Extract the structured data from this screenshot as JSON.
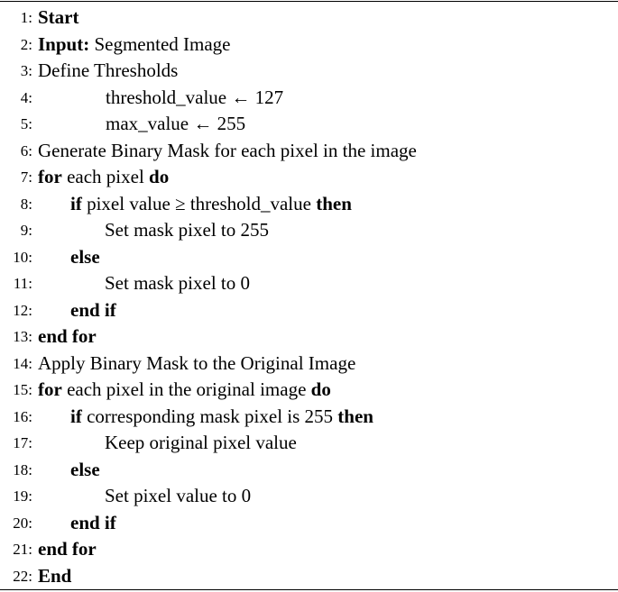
{
  "lines": [
    {
      "num": "1:",
      "parts": [
        {
          "kw": "Start"
        }
      ]
    },
    {
      "num": "2:",
      "parts": [
        {
          "kw": "Input:"
        },
        {
          "t": " Segmented Image"
        }
      ]
    },
    {
      "num": "3:",
      "parts": [
        {
          "t": "Define Thresholds"
        }
      ]
    },
    {
      "num": "4:",
      "parts": [
        {
          "t": "threshold_value ← 127"
        }
      ]
    },
    {
      "num": "5:",
      "parts": [
        {
          "t": "max_value ← 255"
        }
      ]
    },
    {
      "num": "6:",
      "parts": [
        {
          "t": "Generate Binary Mask for each pixel in the image"
        }
      ]
    },
    {
      "num": "7:",
      "parts": [
        {
          "kw": "for"
        },
        {
          "t": " each pixel "
        },
        {
          "kw": "do"
        }
      ]
    },
    {
      "num": "8:",
      "parts": [
        {
          "kw": "if"
        },
        {
          "t": " pixel value ≥ threshold_value "
        },
        {
          "kw": "then"
        }
      ]
    },
    {
      "num": "9:",
      "parts": [
        {
          "t": "Set mask pixel to 255"
        }
      ]
    },
    {
      "num": "10:",
      "parts": [
        {
          "kw": "else"
        }
      ]
    },
    {
      "num": "11:",
      "parts": [
        {
          "t": "Set mask pixel to 0"
        }
      ]
    },
    {
      "num": "12:",
      "parts": [
        {
          "kw": "end if"
        }
      ]
    },
    {
      "num": "13:",
      "parts": [
        {
          "kw": "end for"
        }
      ]
    },
    {
      "num": "14:",
      "parts": [
        {
          "t": "Apply Binary Mask to the Original Image"
        }
      ]
    },
    {
      "num": "15:",
      "parts": [
        {
          "kw": "for"
        },
        {
          "t": " each pixel in the original image "
        },
        {
          "kw": "do"
        }
      ]
    },
    {
      "num": "16:",
      "parts": [
        {
          "kw": "if"
        },
        {
          "t": " corresponding mask pixel is 255 "
        },
        {
          "kw": "then"
        }
      ]
    },
    {
      "num": "17:",
      "parts": [
        {
          "t": "Keep original pixel value"
        }
      ]
    },
    {
      "num": "18:",
      "parts": [
        {
          "kw": "else"
        }
      ]
    },
    {
      "num": "19:",
      "parts": [
        {
          "t": "Set pixel value to 0"
        }
      ]
    },
    {
      "num": "20:",
      "parts": [
        {
          "kw": "end if"
        }
      ]
    },
    {
      "num": "21:",
      "parts": [
        {
          "kw": "end for"
        }
      ]
    },
    {
      "num": "22:",
      "parts": [
        {
          "kw": "End"
        }
      ]
    }
  ]
}
